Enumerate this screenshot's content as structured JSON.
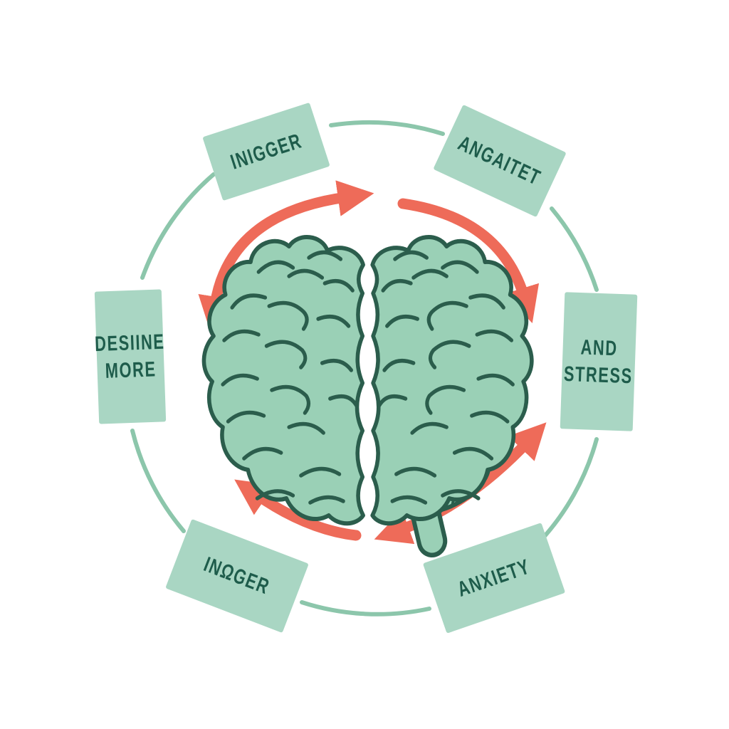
{
  "diagram": {
    "type": "cycle-diagram",
    "center_illustration": "brain",
    "nodes": [
      {
        "position": "top-left",
        "lines": [
          "INIGGER"
        ]
      },
      {
        "position": "top-right",
        "lines": [
          "ANGAITET"
        ]
      },
      {
        "position": "right",
        "lines": [
          "AND",
          "STRESS"
        ]
      },
      {
        "position": "bottom-right",
        "lines": [
          "ANXIETY"
        ]
      },
      {
        "position": "bottom-left",
        "lines": [
          "INΩGER"
        ]
      },
      {
        "position": "left",
        "lines": [
          "DESIINE",
          "MORE"
        ]
      }
    ],
    "arrows": [
      {
        "position": "top-left",
        "style": "curved",
        "heads": "double"
      },
      {
        "position": "top-right",
        "style": "curved",
        "heads": "single",
        "direction": "clockwise"
      },
      {
        "position": "bottom-left",
        "style": "curved",
        "heads": "single",
        "direction": "counter-clockwise"
      },
      {
        "position": "bottom-right",
        "style": "curved",
        "heads": "double"
      }
    ],
    "colors": {
      "background": "#ffffff",
      "box_fill": "#a9d6c3",
      "box_text": "#1e5c4b",
      "arrow": "#ee6b59",
      "outer_arc": "#8cc6ab",
      "brain_fill": "#9ad0b6",
      "brain_outline": "#2b5d4c"
    }
  }
}
